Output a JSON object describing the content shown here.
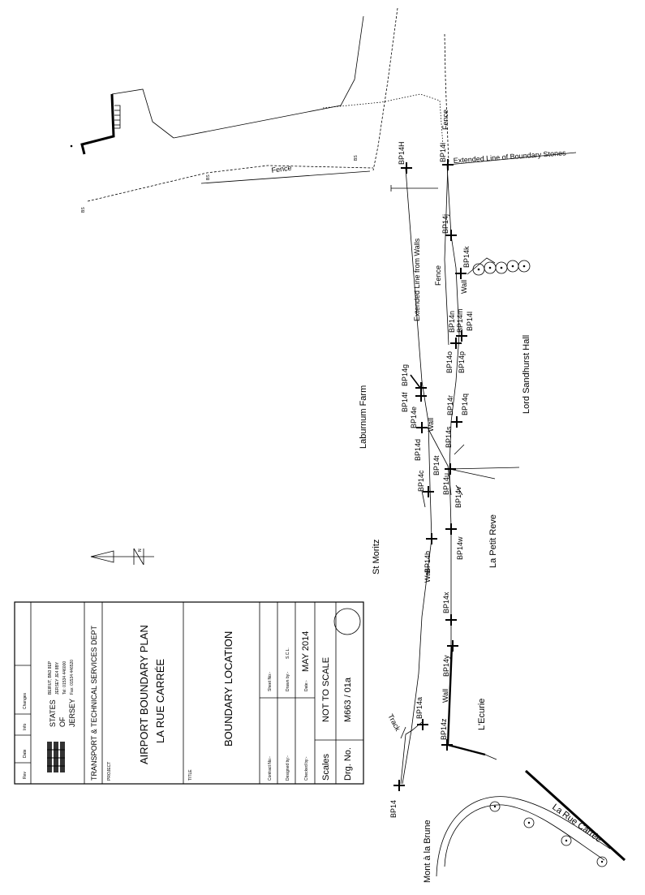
{
  "points": {
    "bp14H": "BP14H",
    "bp14l_top": "BP14l",
    "bp14j": "BP14j",
    "bp14k": "BP14k",
    "bp14n": "BP14n",
    "bp14m": "BP14m",
    "bp14l_mid": "BP14l",
    "bp14o": "BP14o",
    "bp14p": "BP14p",
    "bp14g": "BP14g",
    "bp14f": "BP14f",
    "bp14e": "BP14e",
    "bp14d": "BP14d",
    "bp14r": "BP14r",
    "bp14q": "BP14q",
    "bp14s": "BP14s",
    "bp14t": "BP14t",
    "bp14c": "BP14c",
    "bp14u": "BP14u",
    "bp14v": "BP14v",
    "bp14b": "BP14b",
    "bp14w": "BP14w",
    "bp14x": "BP14x",
    "bp14y": "BP14y",
    "bp14a": "BP14a",
    "bp14z": "BP14z",
    "bp14": "BP14"
  },
  "features": {
    "fence_top": "Fence",
    "fence_mid": "Fence",
    "extended_stones": "Extended Line of Boundary Stones",
    "extended_walls": "Extended Line from Walls",
    "wall_1": "Wall",
    "wall_2": "Wall",
    "wall_3": "Wall",
    "wall_4": "Wall",
    "track": "Track",
    "bs_1": "BS",
    "bs_2": "BS",
    "bs_3": "BS"
  },
  "places": {
    "laburnum_farm": "Laburnum Farm",
    "lord_sandhurst_hall": "Lord Sandhurst Hall",
    "st_moritz": "St Moritz",
    "la_petit_reve": "La Petit Reve",
    "lecurie": "L'Ecurie",
    "mont_a_la_brune": "Mont à la Brune",
    "la_rue_carree": "La Rue Carrée"
  },
  "title_block": {
    "org_line1": "STATES",
    "org_line2": "OF",
    "org_line3": "JERSEY",
    "address_line1": "BEIRUT, BN3 8EP",
    "address_line2": "JERSEY  JE4 8BY",
    "address_line3": "Tel: 01534 446000",
    "address_line4": "Fax: 01534 446520",
    "dept": "TRANSPORT & TECHNICAL SERVICES DEPT",
    "project_caption": "PROJECT",
    "project_line1": "AIRPORT BOUNDARY PLAN",
    "project_line2": "LA RUE CARRÉE",
    "title_caption": "TITLE",
    "title": "BOUNDARY LOCATION",
    "contract_caption": "Contract No:-",
    "sheet_caption": "Sheet No:-",
    "designed_caption": "Designed by:-",
    "drawn_caption": "Drawn by:-",
    "drawn_value": "S.C.L.",
    "checked_caption": "Checked by:-",
    "date_caption": "Date:-",
    "date_value": "MAY 2014",
    "scales_caption": "Scales",
    "scales_value": "NOT TO SCALE",
    "drg_caption": "Drg. No.",
    "drg_value": "M663 / 01a",
    "rev_caption": "Rev",
    "rev_date_caption": "Date",
    "rev_init_caption": "Info",
    "rev_changes_caption": "Changes"
  },
  "north_arrow": {
    "label": "N"
  }
}
